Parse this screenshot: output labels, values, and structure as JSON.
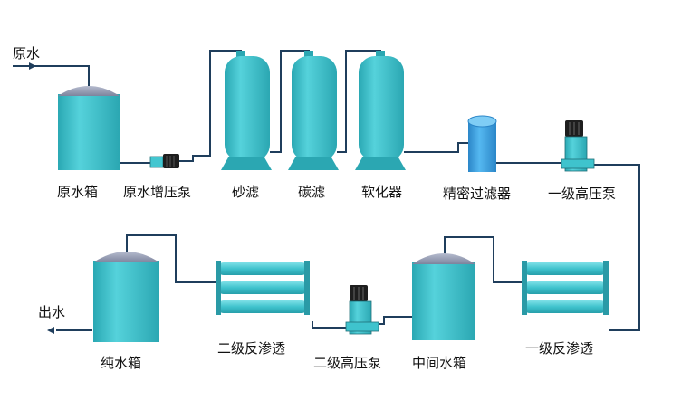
{
  "labels": {
    "raw_water_in": "原水",
    "raw_water_tank": "原水箱",
    "raw_water_booster_pump": "原水增压泵",
    "sand_filter": "砂滤",
    "carbon_filter": "碳滤",
    "softener": "软化器",
    "precision_filter": "精密过滤器",
    "stage1_hp_pump": "一级高压泵",
    "water_out": "出水",
    "pure_water_tank": "纯水箱",
    "stage2_ro": "二级反渗透",
    "stage2_hp_pump": "二级高压泵",
    "intermediate_tank": "中间水箱",
    "stage1_ro": "一级反渗透"
  },
  "colors": {
    "vessel_body": "#43c6d0",
    "vessel_dark": "#2ba7b2",
    "tank_cap": "#8d94ad",
    "pipe": "#1f3e5c",
    "precision_filter": "#3b9fe0",
    "motor": "#1e1e1e"
  }
}
